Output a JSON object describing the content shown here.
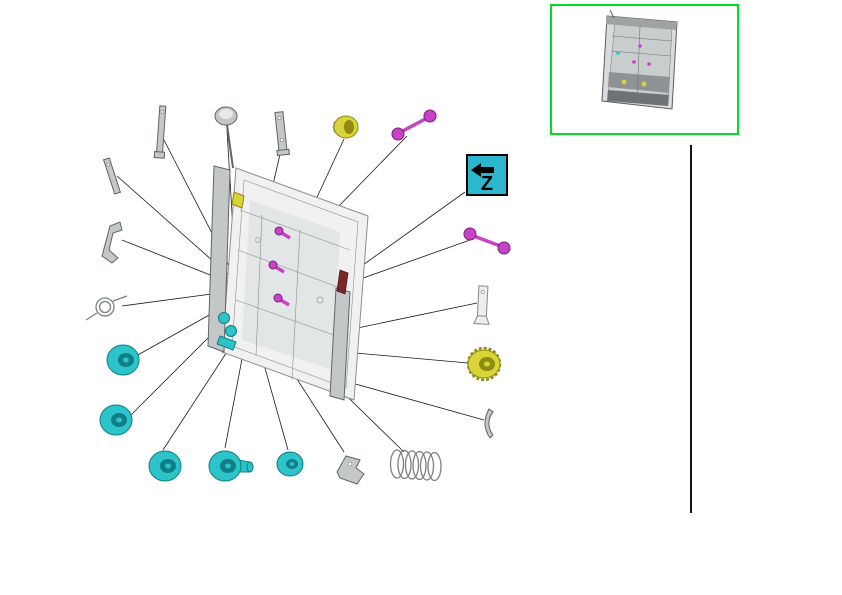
{
  "page": {
    "background": "#ffffff"
  },
  "colors": {
    "line": "#1a1a1a",
    "cyan": "#2cc3c9",
    "cyan_dark": "#0f7e86",
    "yellow": "#d9d43a",
    "yellow_dark": "#8e8a12",
    "magenta": "#c643c6",
    "magenta_dark": "#7d1f7d",
    "gray_part": "#c3c7c8",
    "gray_edge": "#5f6467",
    "panel_fill": "#f1f1f1",
    "panel_fill2": "#e3e6e6",
    "panel_edge": "#8b8f91",
    "maroon": "#7b272c",
    "thumb_border": "#00dd22",
    "z_bg": "#2bb7ce"
  },
  "z_button": {
    "label": "Z",
    "icon": "back-arrow-icon"
  },
  "thumbnail": {
    "icon": "assembly-overview-image"
  },
  "diagram": {
    "parts": [
      "bracket-strip-part",
      "cap-pin-part",
      "upper-bracket-part",
      "yellow-coupling-part",
      "magenta-link-upper-part",
      "magenta-link-right-part",
      "guide-bracket-part",
      "yellow-gear-part",
      "hook-part",
      "left-strip-part",
      "bent-lever-part",
      "torsion-spring-part",
      "cyan-roller-left-upper",
      "cyan-roller-left-lower",
      "cyan-roller-bottom-1",
      "cyan-roller-bottom-2",
      "cyan-roller-bottom-3",
      "roller-bracket-part",
      "coil-spring-part",
      "main-panel-assembly",
      "sensor-part",
      "magenta-pin-1",
      "magenta-pin-2",
      "magenta-pin-3",
      "yellow-clip-part",
      "cyan-gear-cluster-part"
    ]
  }
}
